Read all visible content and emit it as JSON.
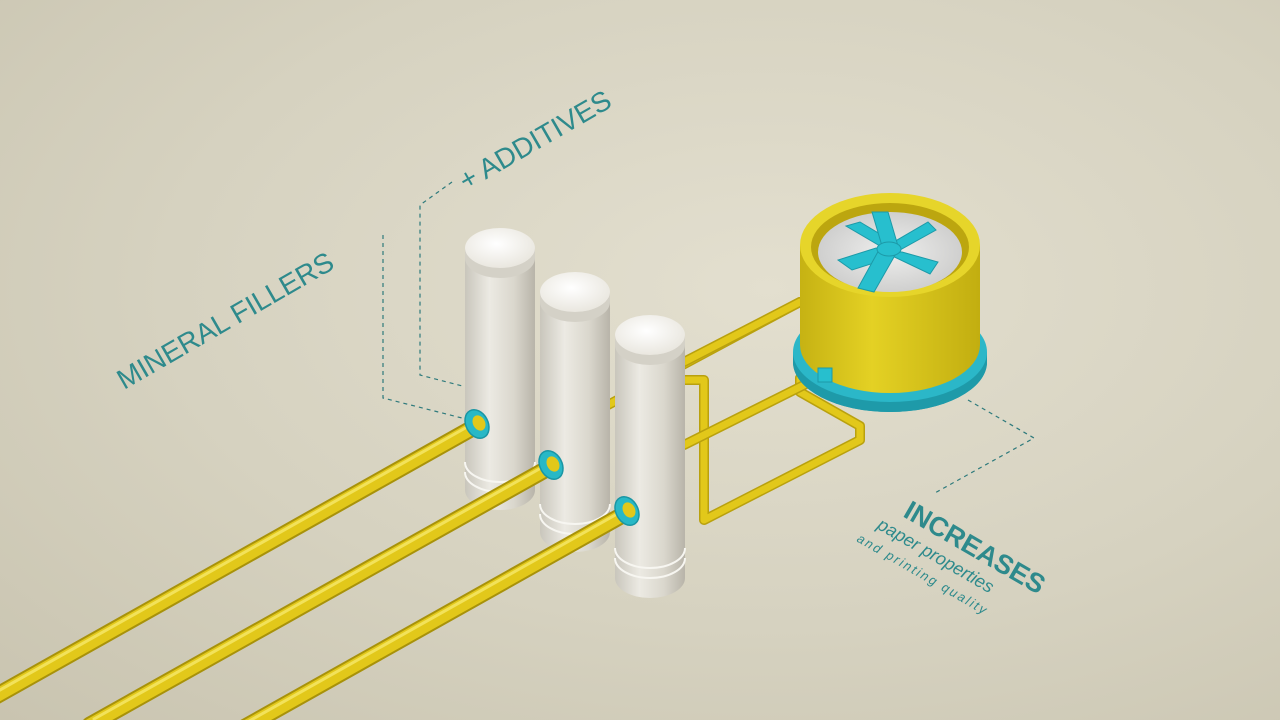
{
  "labels": {
    "mineral_fillers": "MINERAL FILLERS",
    "additives": "+ ADDITIVES",
    "increases": "INCREASES",
    "paper_properties": "paper properties",
    "printing_quality": "and printing quality"
  },
  "colors": {
    "background": "#dcd8c6",
    "label_text": "#2e8a8c",
    "pipe": "#e2c81a",
    "pipe_shadow": "#b9a10e",
    "tank": "#dcc91d",
    "tank_base": "#2bb7c8",
    "agitator": "#27bfce",
    "silo": "#dedbd2",
    "silo_top": "#f5f3ee",
    "flange": "#28b8c6",
    "leader_line": "#2e7a7c"
  }
}
